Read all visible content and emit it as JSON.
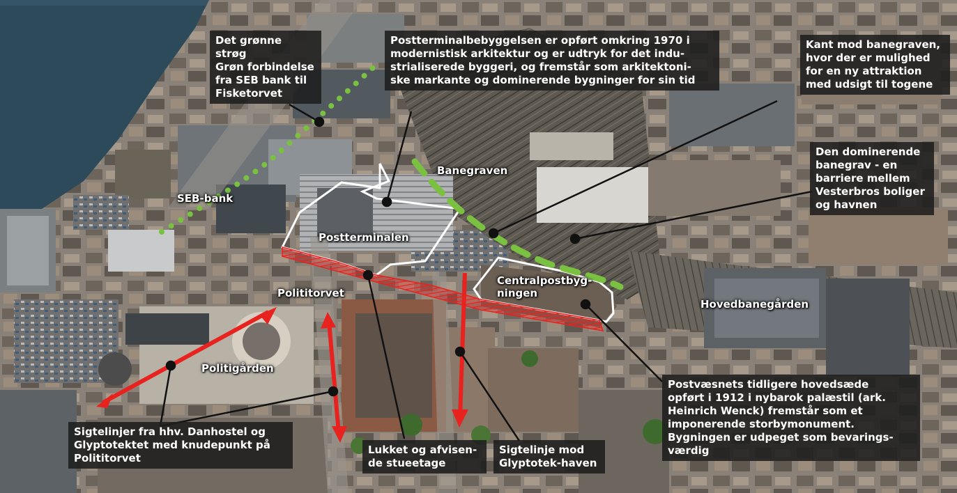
{
  "colors": {
    "harbor_water": "#2c4a5a",
    "green_route": "#7ac142",
    "sightline_red": "#e8231f",
    "outline_white": "#ffffff",
    "annotation_box": "#1e1e1e"
  },
  "callouts": {
    "green_corridor": "Det grønne strøg\nGrøn forbindelse\nfra SEB bank til\nFisketorvet",
    "postterminal_building": "Postterminalbebyggelsen er opført omkring 1970 i\nmodernistisk arkitektur og er udtryk for det indu-\nstrialiserede byggeri, og fremstår som arkitektoni-\nske markante og dominerende bygninger for sin tid",
    "rail_edge": "Kant mod banegraven,\nhvor der er mulighed\nfor en ny attraktion\nmed udsigt til togene",
    "rail_barrier": "Den dominerende\nbanegrav - en\nbarriere mellem\nVesterbros boliger\nog havnen",
    "postal_hq": "Postvæsnets tidligere hovedsæde\nopført i 1912 i nybarok palæstil (ark.\nHeinrich Wenck) fremstår som et\nimponerende storbymonument.\nBygningen er udpeget som bevarings-\nværdig",
    "sightlines_danhostel": "Sigtelinjer fra hhv. Danhostel og\nGlyptotektet  med knudepunkt på\nPolititorvet",
    "closed_ground_floor": "Lukket og afvisen-\nde stueetage",
    "sightline_glyptotek": "Sigtelinje mod\nGlyptotek-haven"
  },
  "labels": {
    "banegraven": "Banegraven",
    "seb_bank": "SEB-bank",
    "postterminalen": "Postterminalen",
    "polititorvet": "Polititorvet",
    "centralpostbygningen": "Centralpostbyg-\nningen",
    "hovedbanegaarden": "Hovedbanegården",
    "politigaarden": "Politigården"
  }
}
